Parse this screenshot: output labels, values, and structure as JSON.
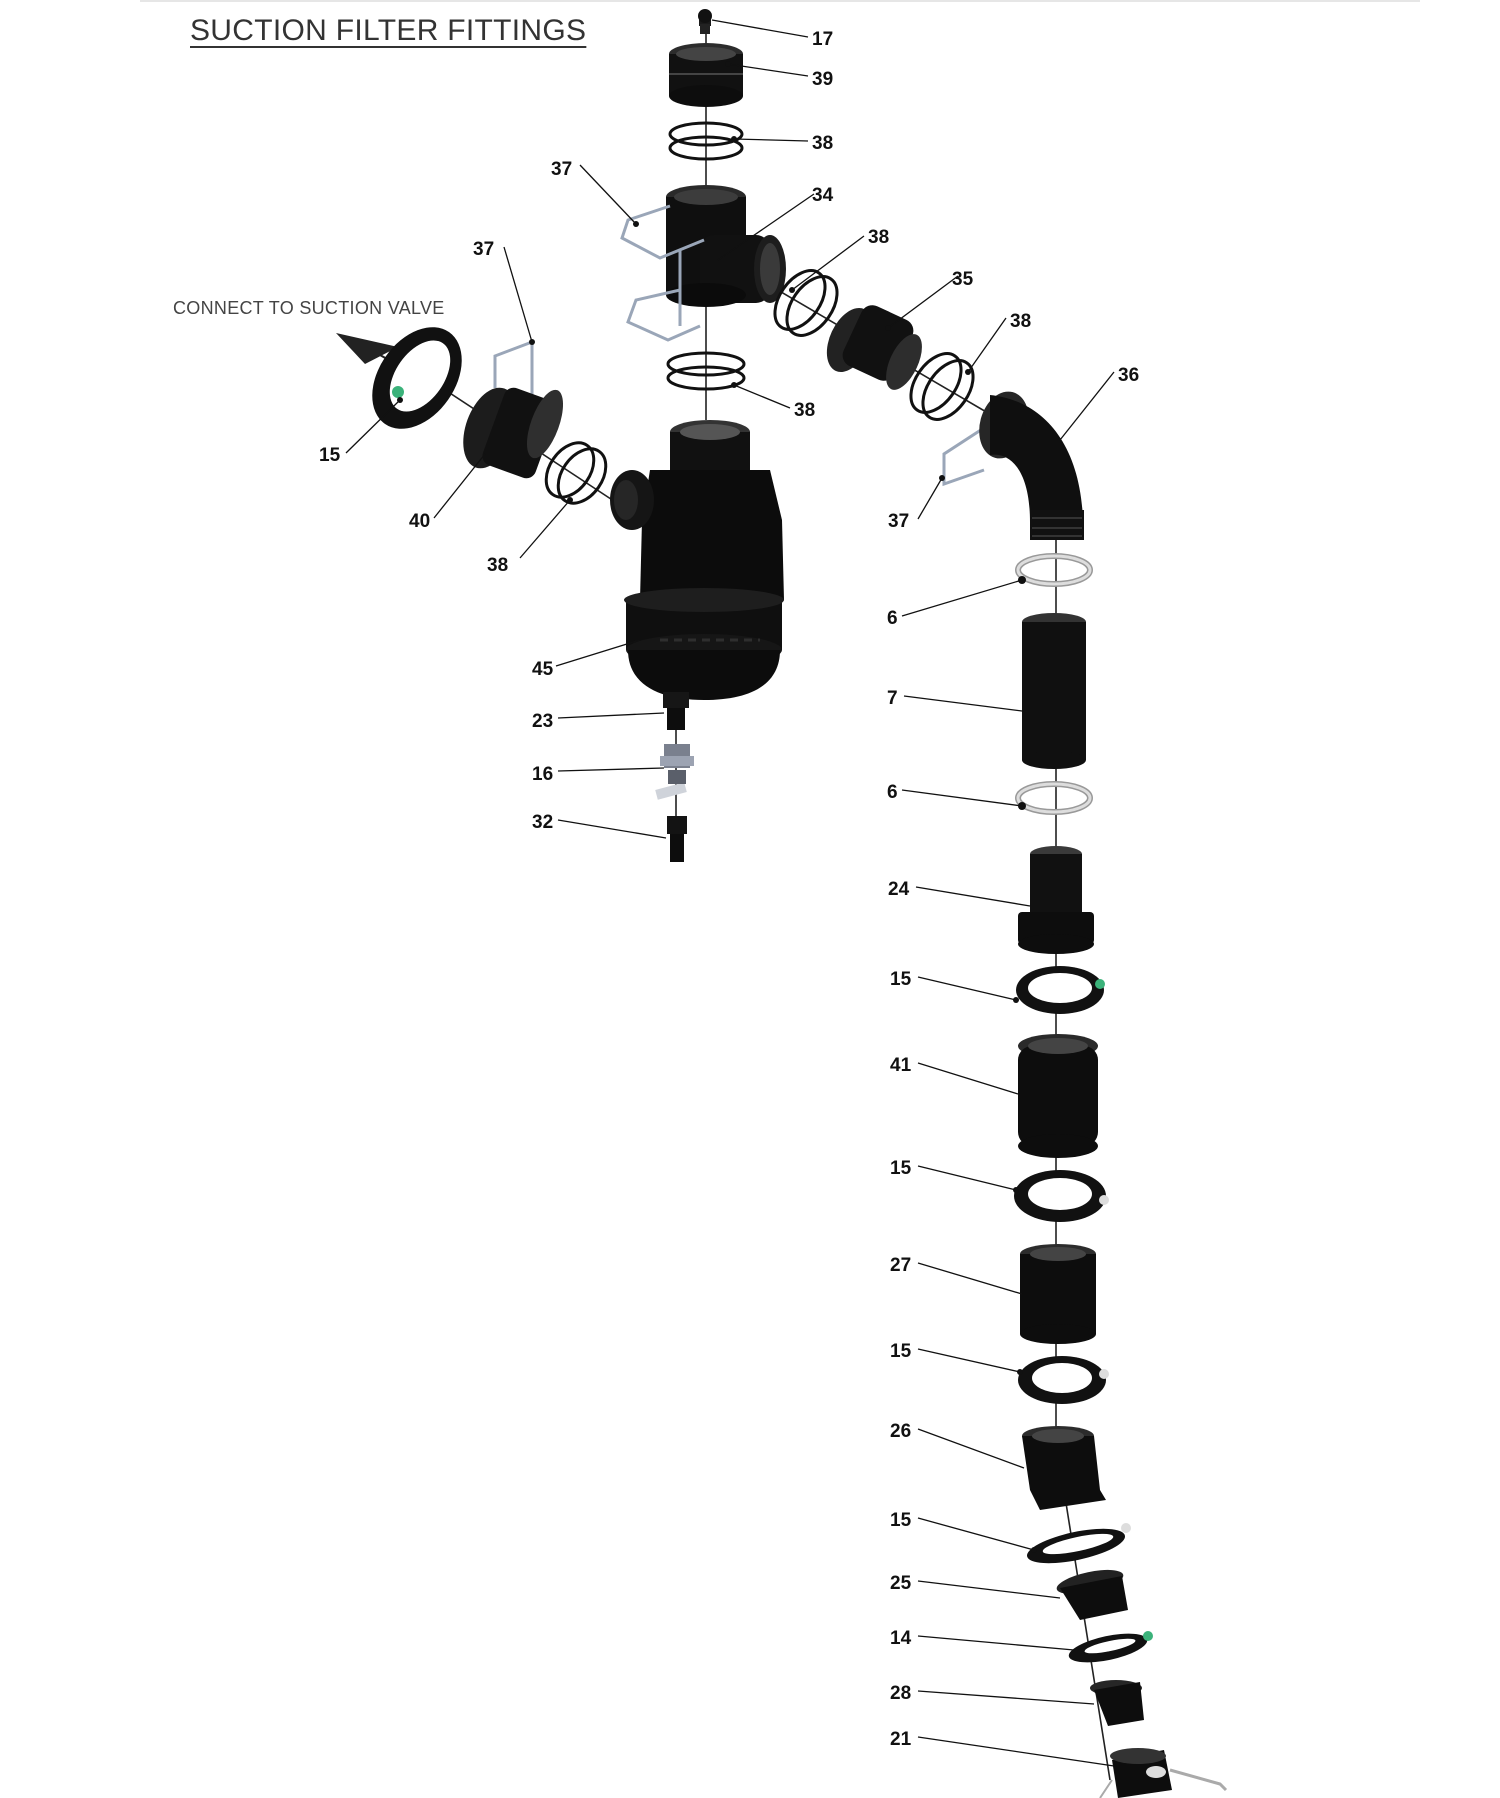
{
  "title": "SUCTION FILTER FITTINGS",
  "note": "CONNECT TO SUCTION VALVE",
  "colors": {
    "part": "#0d0d0d",
    "part_highlight": "#3a3a3a",
    "clip": "#9aa6b8",
    "leader": "#111111",
    "green_dot": "#3bb27a"
  },
  "callouts": [
    "17",
    "39",
    "38",
    "37",
    "34",
    "37",
    "38",
    "35",
    "38",
    "36",
    "15",
    "40",
    "38",
    "38",
    "37",
    "45",
    "23",
    "16",
    "32",
    "6",
    "7",
    "6",
    "24",
    "15",
    "41",
    "15",
    "27",
    "15",
    "26",
    "15",
    "25",
    "14",
    "28",
    "21"
  ]
}
